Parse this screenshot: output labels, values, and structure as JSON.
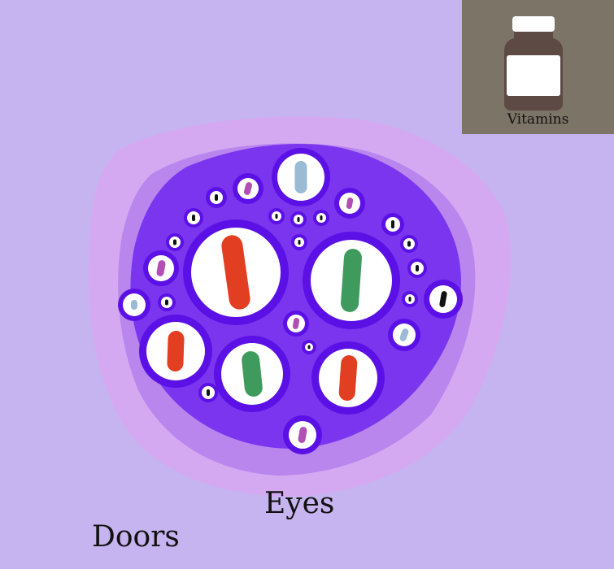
{
  "inventory": {
    "item_name": "Vitamins",
    "item_icon": "vitamin-bottle-icon"
  },
  "navigation": {
    "eyes_label": "Eyes",
    "doors_label": "Doors"
  },
  "creature": {
    "name": "eye-cluster",
    "colors": {
      "background": "#c6b4f0",
      "outer_glow": "#d6a8f2",
      "inner_glow": "#b784ec",
      "body": "#7a33ef",
      "ring": "#5b10e6",
      "sclera": "#ffffff",
      "red_pupil": "#e23e21",
      "green_pupil": "#3f9a5e",
      "blue_pupil": "#9bbad4",
      "pink_pupil": "#b24fb4",
      "black_pupil": "#111111"
    }
  }
}
